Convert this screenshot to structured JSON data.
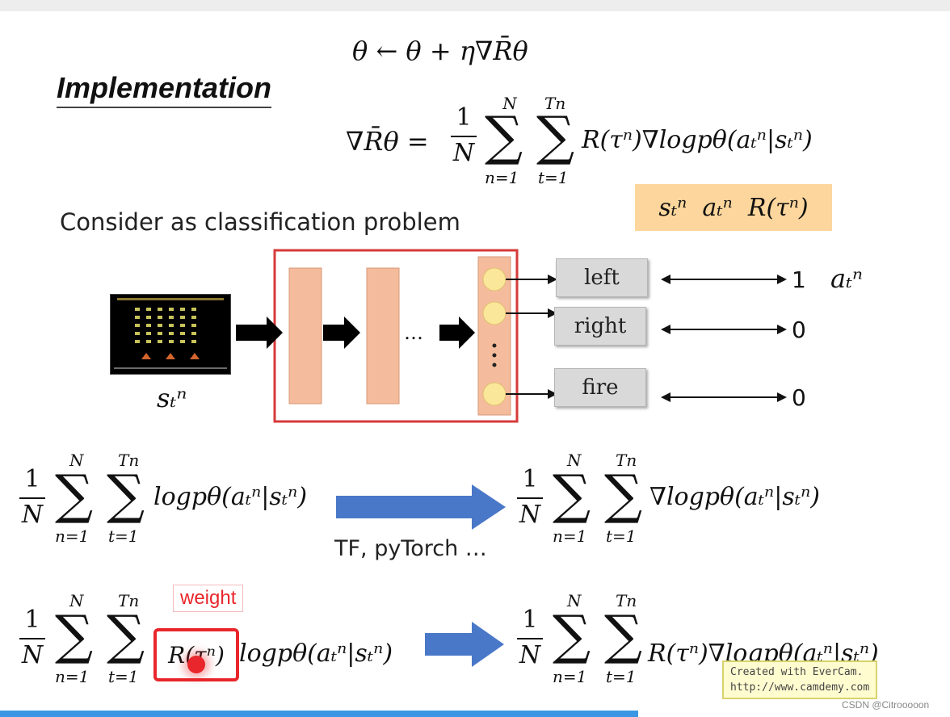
{
  "title": "Implementation",
  "update_rule": "θ ← θ + η∇R̄θ",
  "gradient_lhs": "∇R̄θ =",
  "gradient_term": "R(τⁿ)∇logpθ(aₜⁿ|sₜⁿ)",
  "sum_N_top": "N",
  "sum_N_bottom": "n=1",
  "sum_T_top": "Tn",
  "sum_T_bottom": "t=1",
  "frac_num": "1",
  "frac_den": "N",
  "subtitle": "Consider as classification problem",
  "data_box": "sₜⁿ  aₜⁿ  R(τⁿ)",
  "state_label": "sₜⁿ",
  "action_label": "aₜⁿ",
  "actions": [
    {
      "label": "left",
      "value": "1"
    },
    {
      "label": "right",
      "value": "0"
    },
    {
      "label": "fire",
      "value": "0"
    }
  ],
  "hidden_ellipsis": "…",
  "eq1_term": "logpθ(aₜⁿ|sₜⁿ)",
  "eq1_rhs_term": "∇logpθ(aₜⁿ|sₜⁿ)",
  "eq1_caption": "TF, pyTorch …",
  "eq2_weight_term": "R(τⁿ)",
  "eq2_term": "logpθ(aₜⁿ|sₜⁿ)",
  "eq2_rhs_term": "R(τⁿ)∇logpθ(aₜⁿ|sₜⁿ)",
  "weight_label": "weight",
  "watermark_line1": "Created with EverCam.",
  "watermark_line2": "http://www.camdemy.com",
  "credit": "CSDN @Citrooooon",
  "colors": {
    "frame_red": "#d63a3a",
    "layer_fill": "#f4bc9c",
    "node_fill": "#fbe79a",
    "arrow_blue": "#4a78c8",
    "data_box": "#fcd69c",
    "accent_red": "#e8262b"
  },
  "icons": {
    "game_frame": "space-invaders-screen"
  }
}
